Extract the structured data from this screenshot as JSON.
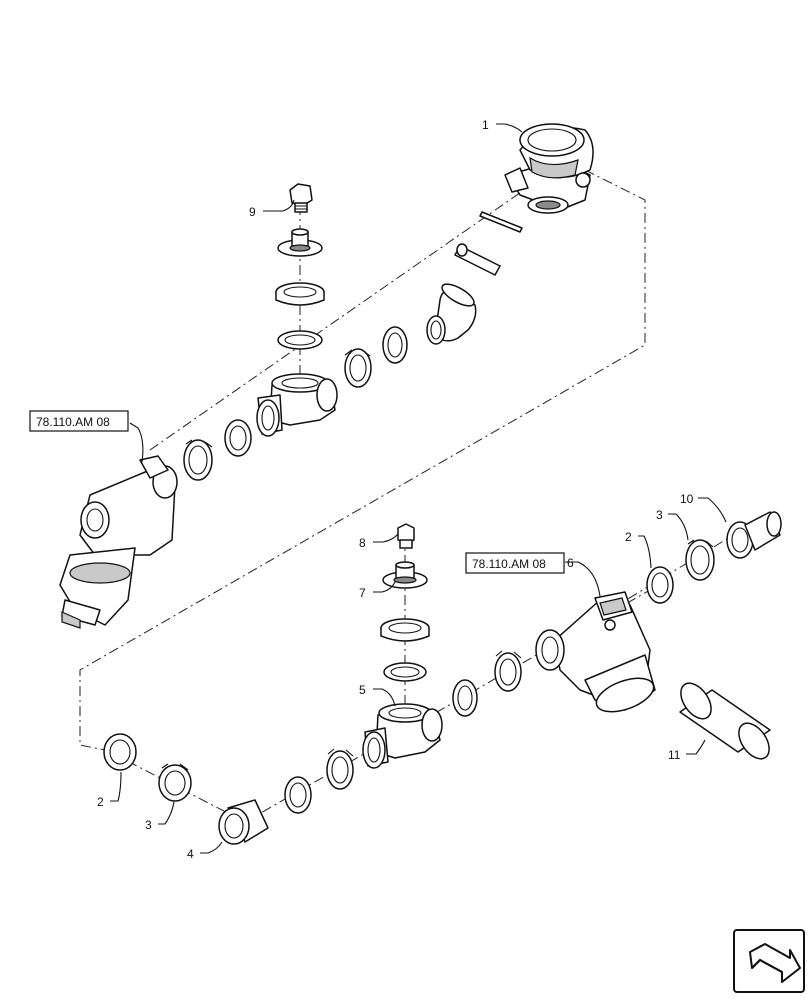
{
  "callouts": {
    "c1": "1",
    "c2a": "2",
    "c2b": "2",
    "c3a": "3",
    "c3b": "3",
    "c4": "4",
    "c5": "5",
    "c6": "6",
    "c7": "7",
    "c8": "8",
    "c9": "9",
    "c10": "10",
    "c11": "11"
  },
  "references": {
    "upper": "78.110.AM 08",
    "lower": "78.110.AM 08"
  },
  "icons": {
    "nav": "next-page-arrow-icon"
  }
}
